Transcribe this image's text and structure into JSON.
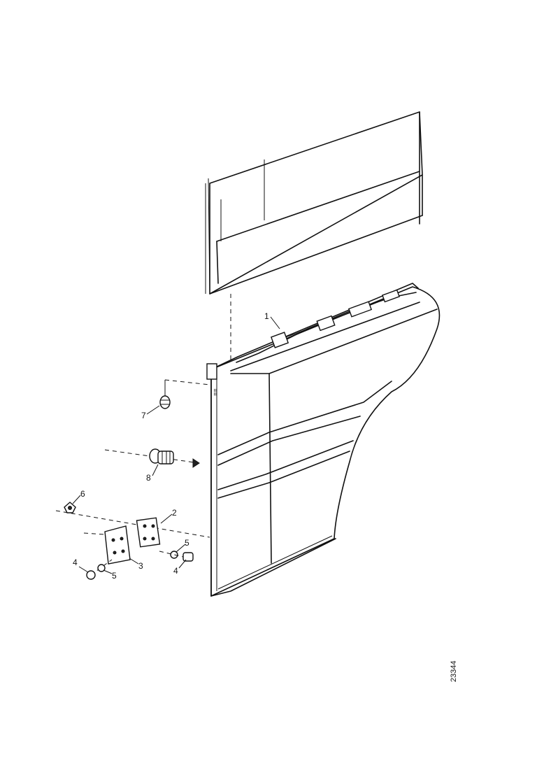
{
  "drawing_number": "23344",
  "callouts": [
    {
      "id": "callout-1",
      "label": "1"
    },
    {
      "id": "callout-2",
      "label": "2"
    },
    {
      "id": "callout-3",
      "label": "3"
    },
    {
      "id": "callout-4a",
      "label": "4"
    },
    {
      "id": "callout-4b",
      "label": "4"
    },
    {
      "id": "callout-5a",
      "label": "5"
    },
    {
      "id": "callout-5b",
      "label": "5"
    },
    {
      "id": "callout-6",
      "label": "6"
    },
    {
      "id": "callout-7",
      "label": "7"
    },
    {
      "id": "callout-8",
      "label": "8"
    }
  ]
}
